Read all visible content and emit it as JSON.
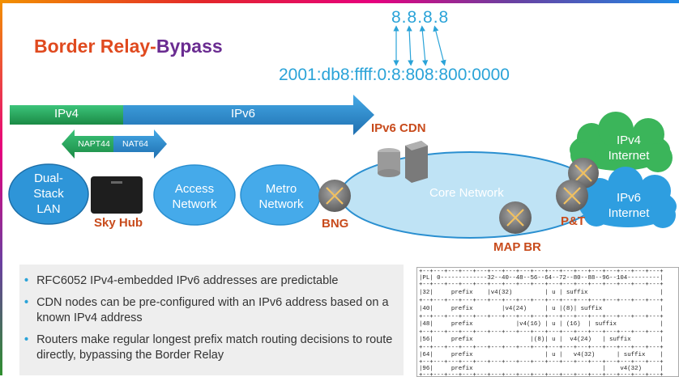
{
  "title": {
    "part1": "Border Relay-",
    "part2": "Bypass"
  },
  "addresses": {
    "ipv4": "8.8.8.8",
    "ipv6": "2001:db8:ffff:0:8:808:800:0000"
  },
  "arrows": {
    "ipv4": "IPv4",
    "ipv6": "IPv6",
    "napt44": "NAPT44",
    "nat64": "NAT64"
  },
  "nodes": {
    "dual_stack_lan": [
      "Dual-",
      "Stack",
      "LAN"
    ],
    "access_network": [
      "Access",
      "Network"
    ],
    "metro_network": [
      "Metro",
      "Network"
    ],
    "core_network": "Core Network",
    "ipv4_internet": [
      "IPv4",
      "Internet"
    ],
    "ipv6_internet": [
      "IPv6",
      "Internet"
    ]
  },
  "labels": {
    "sky_hub": "Sky Hub",
    "bng": "BNG",
    "ipv6_cdn": "IPv6 CDN",
    "map_br": "MAP BR",
    "pt": "P&T"
  },
  "bullets": [
    "RFC6052 IPv4-embedded IPv6 addresses are predictable",
    "CDN nodes can be pre-configured with an IPv6 address based on a known IPv4 address",
    "Routers make regular longest prefix match routing decisions to route directly, bypassing the Border Relay"
  ],
  "rfc_table": [
    "+--+---+---+---+---+---+---+---+---+---+---+---+---+---+---+---+---+",
    "|PL| 0-------------32--40--48--56--64--72--80--88--96--104---------|",
    "+--+---+---+---+---+---+---+---+---+---+---+---+---+---+---+---+---+",
    "|32|     prefix    |v4(32)         | u | suffix                    |",
    "+--+---+---+---+---+---+---+---+---+---+---+---+---+---+---+---+---+",
    "|40|     prefix        |v4(24)     | u |(8)| suffix                |",
    "+--+---+---+---+---+---+---+---+---+---+---+---+---+---+---+---+---+",
    "|48|     prefix            |v4(16) | u | (16)  | suffix            |",
    "+--+---+---+---+---+---+---+---+---+---+---+---+---+---+---+---+---+",
    "|56|     prefix                |(8)| u |  v4(24)   | suffix        |",
    "+--+---+---+---+---+---+---+---+---+---+---+---+---+---+---+---+---+",
    "|64|     prefix                    | u |   v4(32)      | suffix    |",
    "+--+---+---+---+---+---+---+---+---+---+---+---+---+---+---+---+---+",
    "|96|     prefix                                    |    v4(32)     |",
    "+--+---+---+---+---+---+---+---+---+---+---+---+---+---+---+---+---+"
  ],
  "colors": {
    "green": "#27a257",
    "blue": "#2a8fd0",
    "cloud_green": "#3bb55a",
    "cloud_blue": "#2e9ee0",
    "core_fill": "#bfe3f5",
    "router": "#8b8b8b"
  }
}
